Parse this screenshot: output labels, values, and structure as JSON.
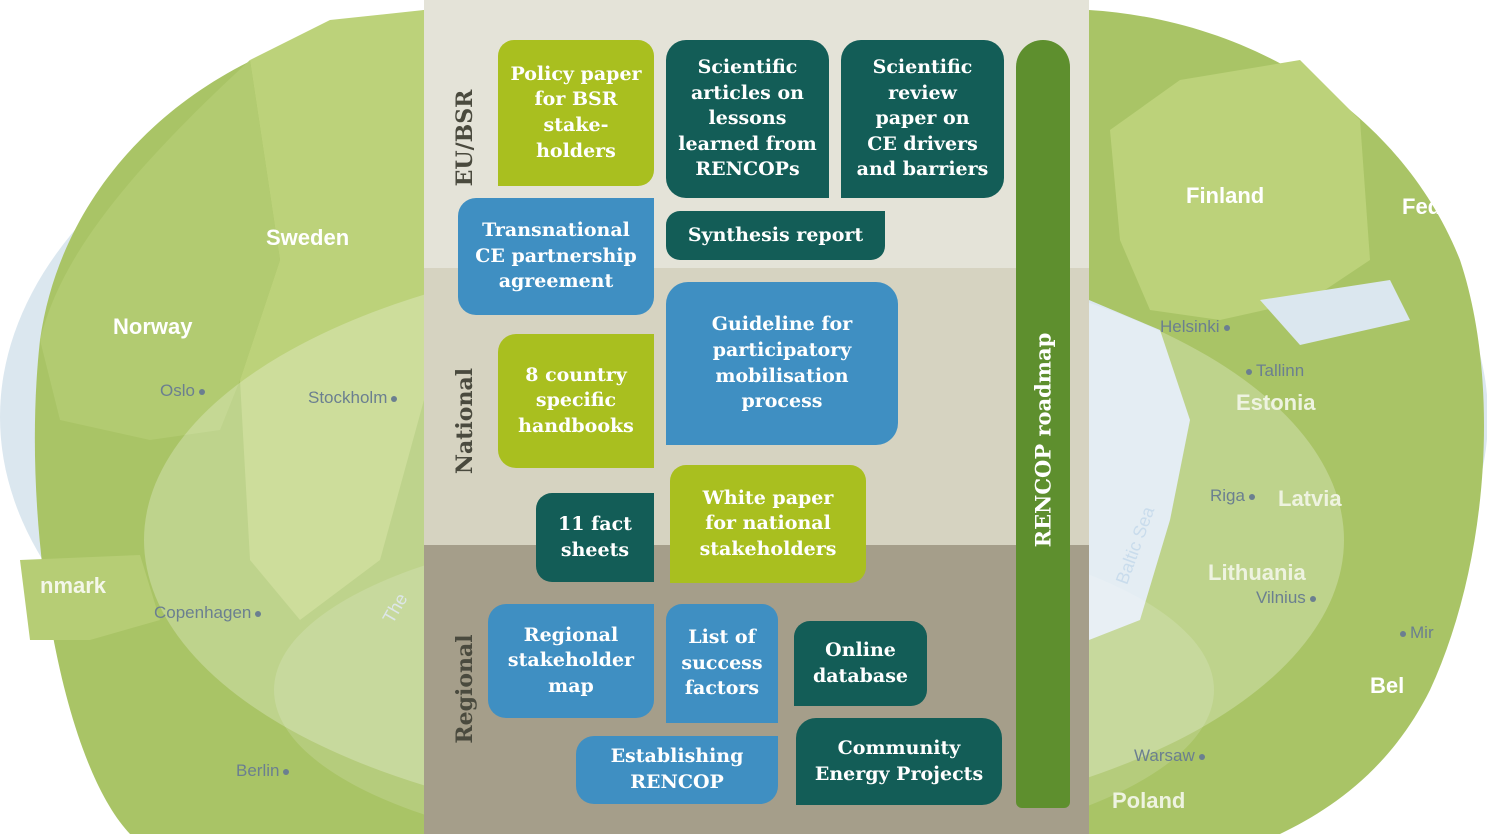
{
  "map": {
    "countries": [
      "Sweden",
      "Norway",
      "nmark",
      "Finland",
      "Fed",
      "Estonia",
      "Latvia",
      "Lithuania",
      "Poland",
      "Bel"
    ],
    "cities": [
      "Oslo",
      "Stockholm",
      "Copenhagen",
      "Berlin",
      "Helsinki",
      "Tallinn",
      "Riga",
      "Vilnius",
      "Warsaw",
      "Mir"
    ],
    "seas": [
      "Baltic Sea",
      "The"
    ]
  },
  "bands": {
    "eu": "EU/BSR",
    "national": "National",
    "regional": "Regional"
  },
  "boxes": {
    "policy_paper": "Policy paper\nfor BSR\nstake-\nholders",
    "scientific_articles": "Scientific\narticles on\nlessons\nlearned from\nRENCOPs",
    "scientific_review": "Scientific\nreview\npaper on\nCE drivers\nand barriers",
    "transnational": "Transnational\nCE partnership\nagreement",
    "synthesis": "Synthesis report",
    "guideline": "Guideline for\nparticipatory\nmobilisation\nprocess",
    "handbooks": "8 country\nspecific\nhandbooks",
    "white_paper": "White paper\nfor national\nstakeholders",
    "fact_sheets": "11 fact\nsheets",
    "stakeholder_map": "Regional\nstakeholder\nmap",
    "success_factors": "List of\nsuccess\nfactors",
    "online_db": "Online\ndatabase",
    "community": "Community\nEnergy Projects",
    "establishing": "Establishing\nRENCOP"
  },
  "roadmap": "RENCOP roadmap",
  "colors": {
    "lime": "#a9bf1f",
    "teal": "#135d57",
    "blue": "#3f8fc2",
    "roadmap": "#5e8f2e",
    "land": "#b5cf77",
    "sea": "#dbe7ef"
  }
}
